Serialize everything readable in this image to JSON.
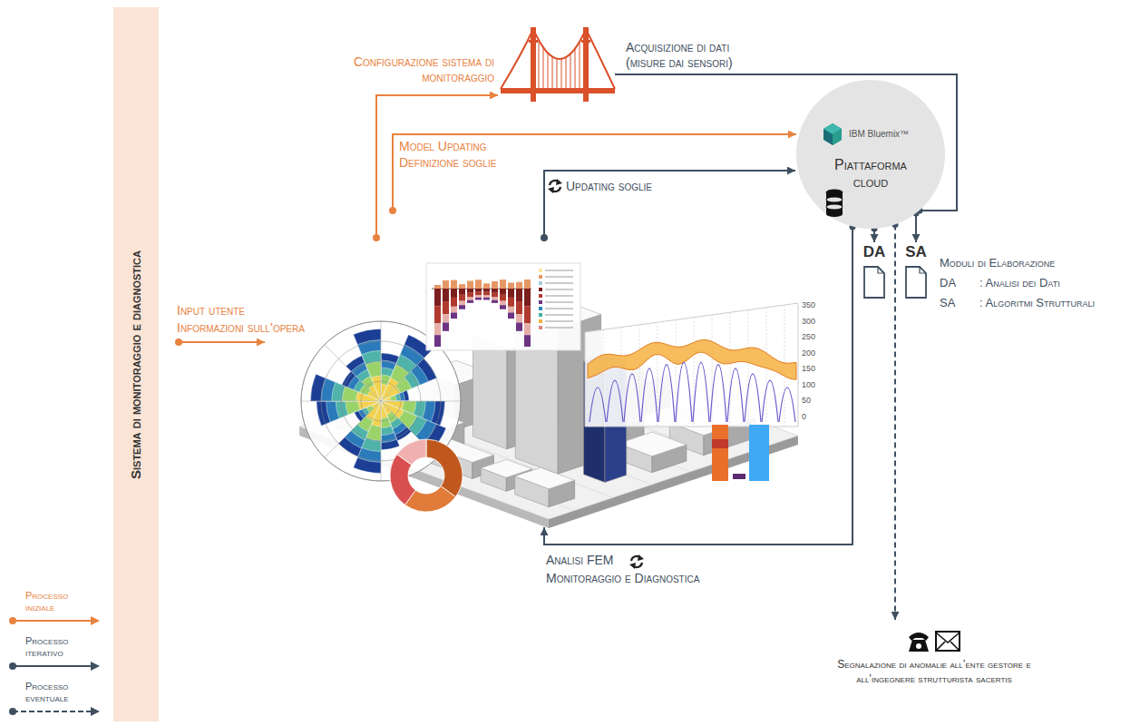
{
  "diagram": {
    "nodes": [
      {
        "text": [
          "Sistema di monitoraggio e diagnostica"
        ]
      },
      {
        "text": [
          "IBM Bluemix™",
          "Piattaforma cloud"
        ]
      },
      {
        "text": [
          "DA"
        ]
      },
      {
        "text": [
          "SA"
        ]
      },
      {
        "text": [
          "Segnalazione di anomalie all’ente gestore e all’ingegnere strutturista sacertis"
        ]
      }
    ],
    "edges": [
      {
        "from": 1,
        "to": 2,
        "arrow": "to"
      },
      {
        "from": 1,
        "to": 3,
        "arrow": "to"
      },
      {
        "from": 1,
        "to": 4,
        "arrow": "to"
      }
    ],
    "labels": [
      "Configurazione sistema di monitoraggio",
      "Acquisizione di dati (misure dai sensori)",
      "Model Updating",
      "Definizione soglie",
      "Updating soglie",
      "Input utente",
      "Informazioni sull’opera",
      "Analisi FEM",
      "Monitoraggio e Diagnostica",
      "Moduli di Elaborazione",
      "DA",
      ": Analisi dei Dati",
      "SA",
      ": Algoritmi Strutturali",
      "350",
      "300",
      "250",
      "200",
      "150",
      "100",
      "50",
      "0"
    ],
    "legend": [
      {
        "text": "Processo iniziale"
      },
      {
        "text": "Processo iterativo"
      },
      {
        "text": "Processo eventuale"
      }
    ]
  }
}
